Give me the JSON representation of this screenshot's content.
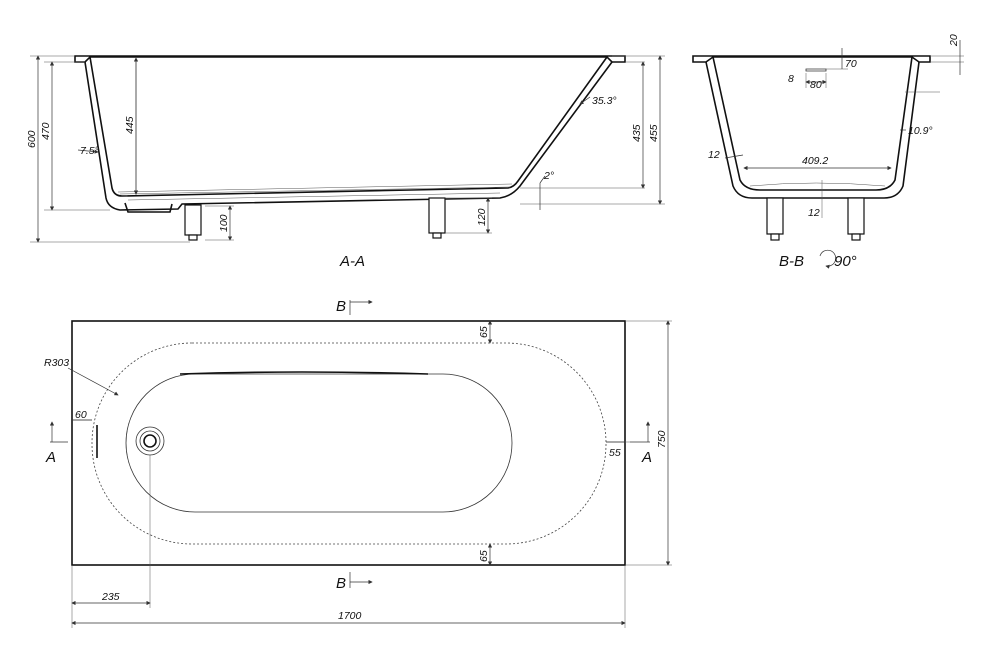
{
  "section_aa": {
    "label": "A-A",
    "dims": {
      "total_height": "600",
      "rim_inner_height": "470",
      "depth_left": "445",
      "angle_left": "7.5°",
      "depth_right": "435",
      "outer_right": "455",
      "angle_right": "35.3°",
      "bottom_slope": "2°",
      "leg_left": "100",
      "leg_right": "120"
    }
  },
  "section_bb": {
    "label": "B-B",
    "rotation": "90°",
    "dims": {
      "rim_top": "20",
      "overflow_offset": "70",
      "overflow_height": "8",
      "overflow_width": "80",
      "side_angle": "10.9°",
      "wall": "12",
      "bottom_width": "409.2",
      "bottom_thickness": "12"
    }
  },
  "plan": {
    "cut_bb_top": "B",
    "cut_bb_bottom": "B",
    "cut_aa_left": "A",
    "cut_aa_right": "A",
    "dims": {
      "radius": "R303",
      "rim_left": "60",
      "rim_top": "65",
      "rim_bottom": "65",
      "rim_right": "55",
      "width": "750",
      "drain_offset": "235",
      "length": "1700"
    }
  }
}
